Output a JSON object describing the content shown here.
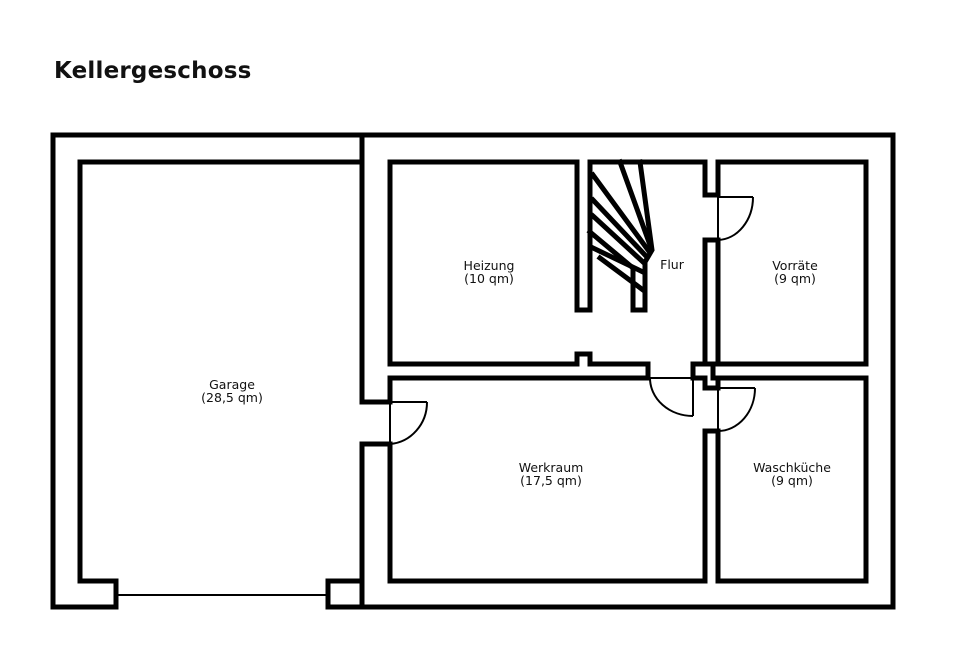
{
  "title": "Kellergeschoss",
  "rooms": {
    "garage": {
      "name": "Garage",
      "area": "(28,5 qm)"
    },
    "heizung": {
      "name": "Heizung",
      "area": "(10 qm)"
    },
    "flur": {
      "name": "Flur"
    },
    "vorraete": {
      "name": "Vorräte",
      "area": "(9 qm)"
    },
    "werkraum": {
      "name": "Werkraum",
      "area": "(17,5 qm)"
    },
    "waschkueche": {
      "name": "Waschküche",
      "area": "(9 qm)"
    }
  }
}
